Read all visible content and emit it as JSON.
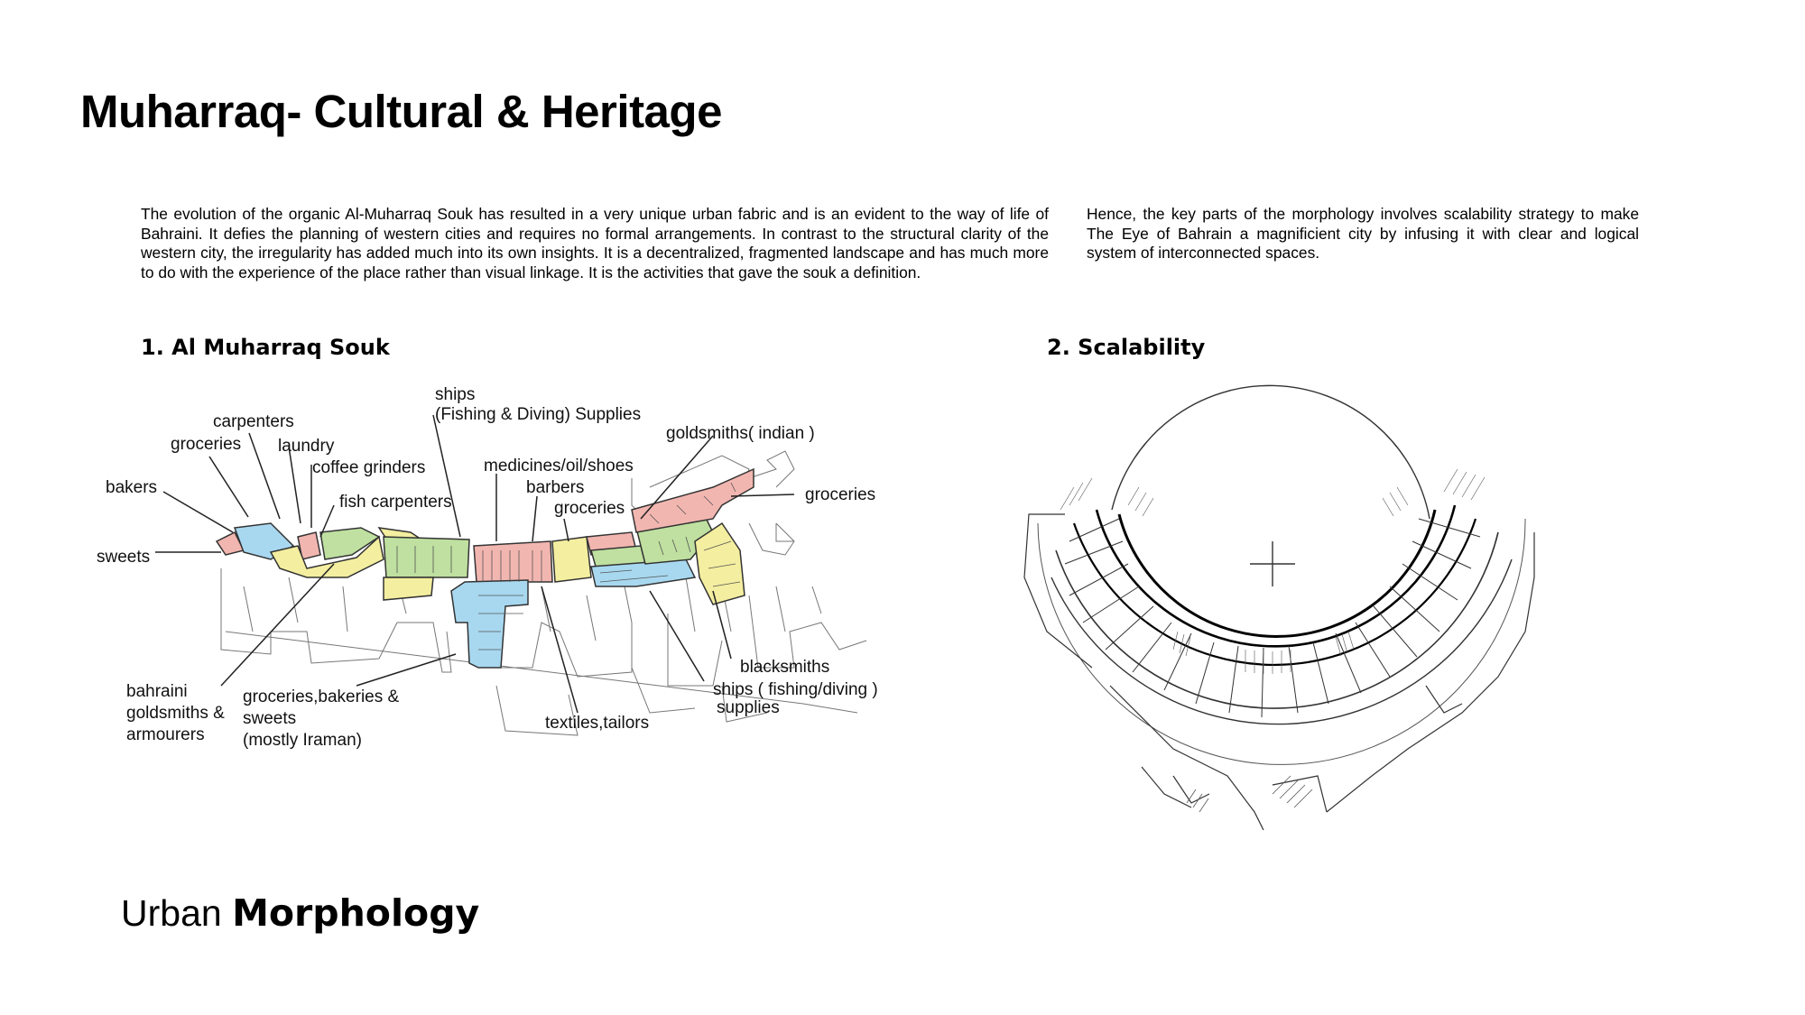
{
  "title": "Muharraq- Cultural & Heritage",
  "intro": {
    "left": "The evolution of the organic Al-Muharraq Souk has resulted in a very unique urban fabric and is an evident to the way of life of Bahraini. It defies the planning of western cities and requires no formal arrangements. In contrast to the structural clarity of the western city, the irregularity has added much into its own insights. It is a decentralized, fragmented landscape and has much more to do with the experience of the place rather than visual linkage. It is the activities that gave the souk a definition.",
    "right": "Hence, the key parts of the morphology involves scalability strategy to make The Eye of Bahrain a magnificient city by infusing it with clear and logical system of interconnected spaces."
  },
  "sections": {
    "souk": "1. Al Muharraq Souk",
    "scalability": "2. Scalability"
  },
  "souk_labels": {
    "ships": "ships",
    "fishing_diving_supplies": "(Fishing & Diving) Supplies",
    "carpenters": "carpenters",
    "groceries_left": "groceries",
    "laundry": "laundry",
    "coffee_grinders": "coffee grinders",
    "bakers": "bakers",
    "fish_carpenters": "fish carpenters",
    "medicines": "medicines/oil/shoes",
    "barbers": "barbers",
    "groceries_mid": "groceries",
    "goldsmiths_indian": "goldsmiths( indian )",
    "groceries_right": "groceries",
    "sweets": "sweets",
    "blacksmiths": "blacksmiths",
    "ships_supplies_1": "ships ( fishing/diving )",
    "ships_supplies_2": "supplies",
    "textiles": "textiles,tailors",
    "bahraini_1": "bahraini",
    "bahraini_2": "goldsmiths &",
    "bahraini_3": "armourers",
    "groceries_bakeries_1": "groceries,bakeries &",
    "groceries_bakeries_2": "sweets",
    "groceries_bakeries_3": "(mostly Iraman)"
  },
  "zone_colors": {
    "pink": "#f2b6b0",
    "yellow": "#f4eea0",
    "green": "#bfe0a0",
    "blue": "#a8d8f0"
  },
  "footer": {
    "regular": "Urban",
    "bold": "Morphology"
  }
}
